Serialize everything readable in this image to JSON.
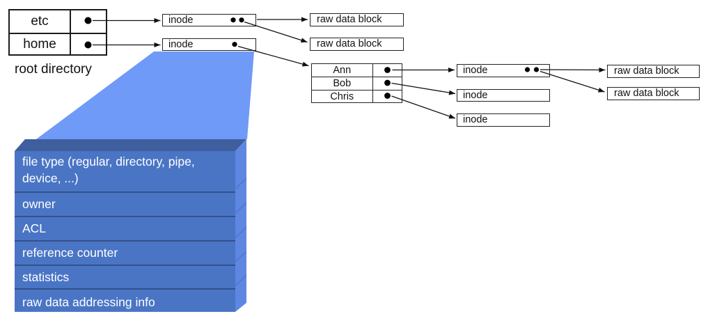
{
  "root_directory": {
    "caption": "root directory",
    "entries": [
      "etc",
      "home"
    ]
  },
  "level1": {
    "inodes": [
      "inode",
      "inode"
    ],
    "raw_blocks": [
      "raw data block",
      "raw data block"
    ]
  },
  "home_directory": {
    "entries": [
      "Ann",
      "Bob",
      "Chris"
    ]
  },
  "level2": {
    "inodes": [
      "inode",
      "inode",
      "inode"
    ],
    "raw_blocks": [
      "raw data block",
      "raw data block"
    ]
  },
  "inode_detail": {
    "rows": [
      "file type (regular, directory, pipe,\ndevice, ...)",
      "owner",
      "ACL",
      "reference counter",
      "statistics",
      "raw data addressing info"
    ]
  },
  "colors": {
    "zoom_beam": "#6f9af7",
    "stack_front": "#4a75c5",
    "stack_top_face": "#3e5e9d",
    "stack_side_face": "#5e87e1",
    "stack_divider": "#33518a",
    "stack_text": "#ffffff",
    "line_color": "#111111"
  }
}
